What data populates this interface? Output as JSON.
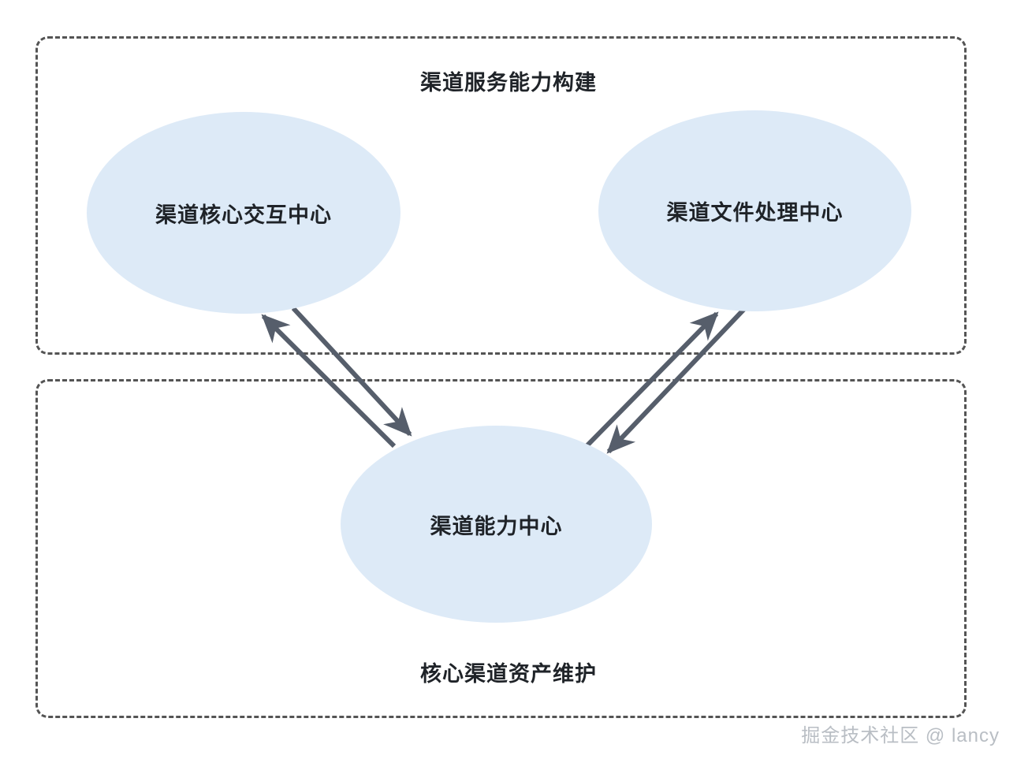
{
  "diagram": {
    "groups": [
      {
        "id": "channel-service-capability",
        "title": "渠道服务能力构建",
        "title_position": "top"
      },
      {
        "id": "core-channel-asset-maintenance",
        "title": "核心渠道资产维护",
        "title_position": "bottom"
      }
    ],
    "nodes": [
      {
        "id": "channel-core-interaction-center",
        "label": "渠道核心交互中心",
        "group": "channel-service-capability"
      },
      {
        "id": "channel-file-processing-center",
        "label": "渠道文件处理中心",
        "group": "channel-service-capability"
      },
      {
        "id": "channel-capability-center",
        "label": "渠道能力中心",
        "group": "core-channel-asset-maintenance"
      }
    ],
    "edges": [
      {
        "id": "edge-capability-to-interaction",
        "from": "channel-capability-center",
        "to": "channel-core-interaction-center",
        "direction": "up-left"
      },
      {
        "id": "edge-interaction-to-capability",
        "from": "channel-core-interaction-center",
        "to": "channel-capability-center",
        "direction": "down-right"
      },
      {
        "id": "edge-capability-to-file",
        "from": "channel-capability-center",
        "to": "channel-file-processing-center",
        "direction": "up-right"
      },
      {
        "id": "edge-file-to-capability",
        "from": "channel-file-processing-center",
        "to": "channel-capability-center",
        "direction": "down-left"
      }
    ],
    "watermark": "掘金技术社区 @ lancy",
    "colors": {
      "node_fill": "#ddeaf7",
      "group_border": "#545454",
      "arrow": "#565e6b",
      "text": "#1f2328",
      "watermark": "#b9bec4",
      "background": "#ffffff"
    }
  }
}
